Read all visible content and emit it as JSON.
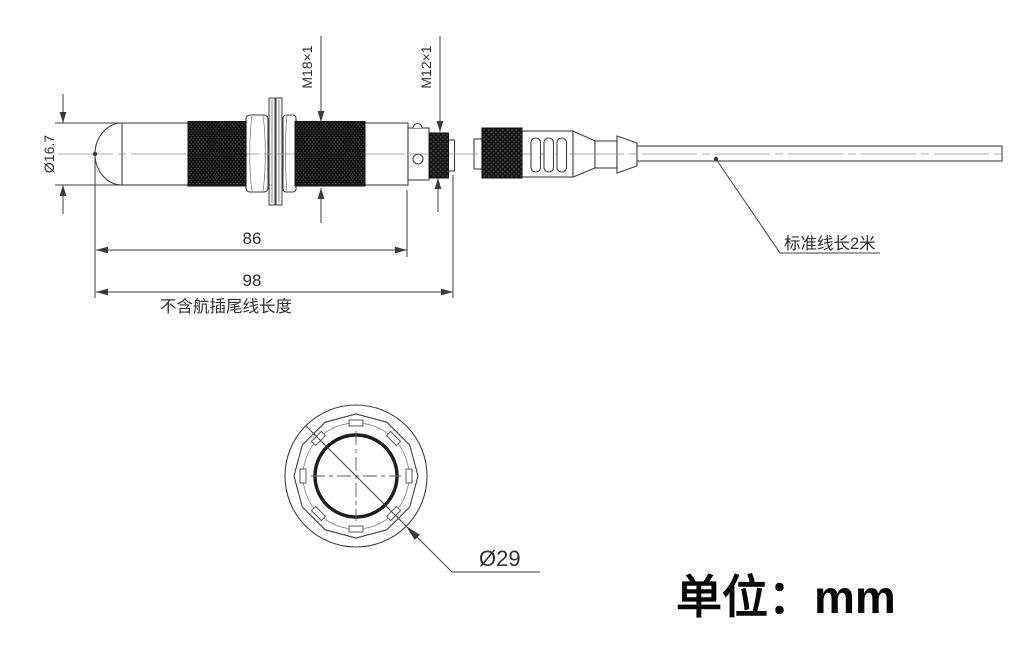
{
  "side_view": {
    "tip_diameter": "Ø16.7",
    "body_thread": "M18×1",
    "connector_thread": "M12×1",
    "body_length": "86",
    "total_length": "98",
    "length_note": "不含航插尾线长度",
    "cable_note": "标准线长2米"
  },
  "end_view": {
    "outer_diameter": "Ø29"
  },
  "units": {
    "label": "单位：mm"
  },
  "colors": {
    "line": "#3f3f3f",
    "dark_fill": "#141414",
    "background": "#ffffff",
    "text": "#2f2f2f"
  }
}
